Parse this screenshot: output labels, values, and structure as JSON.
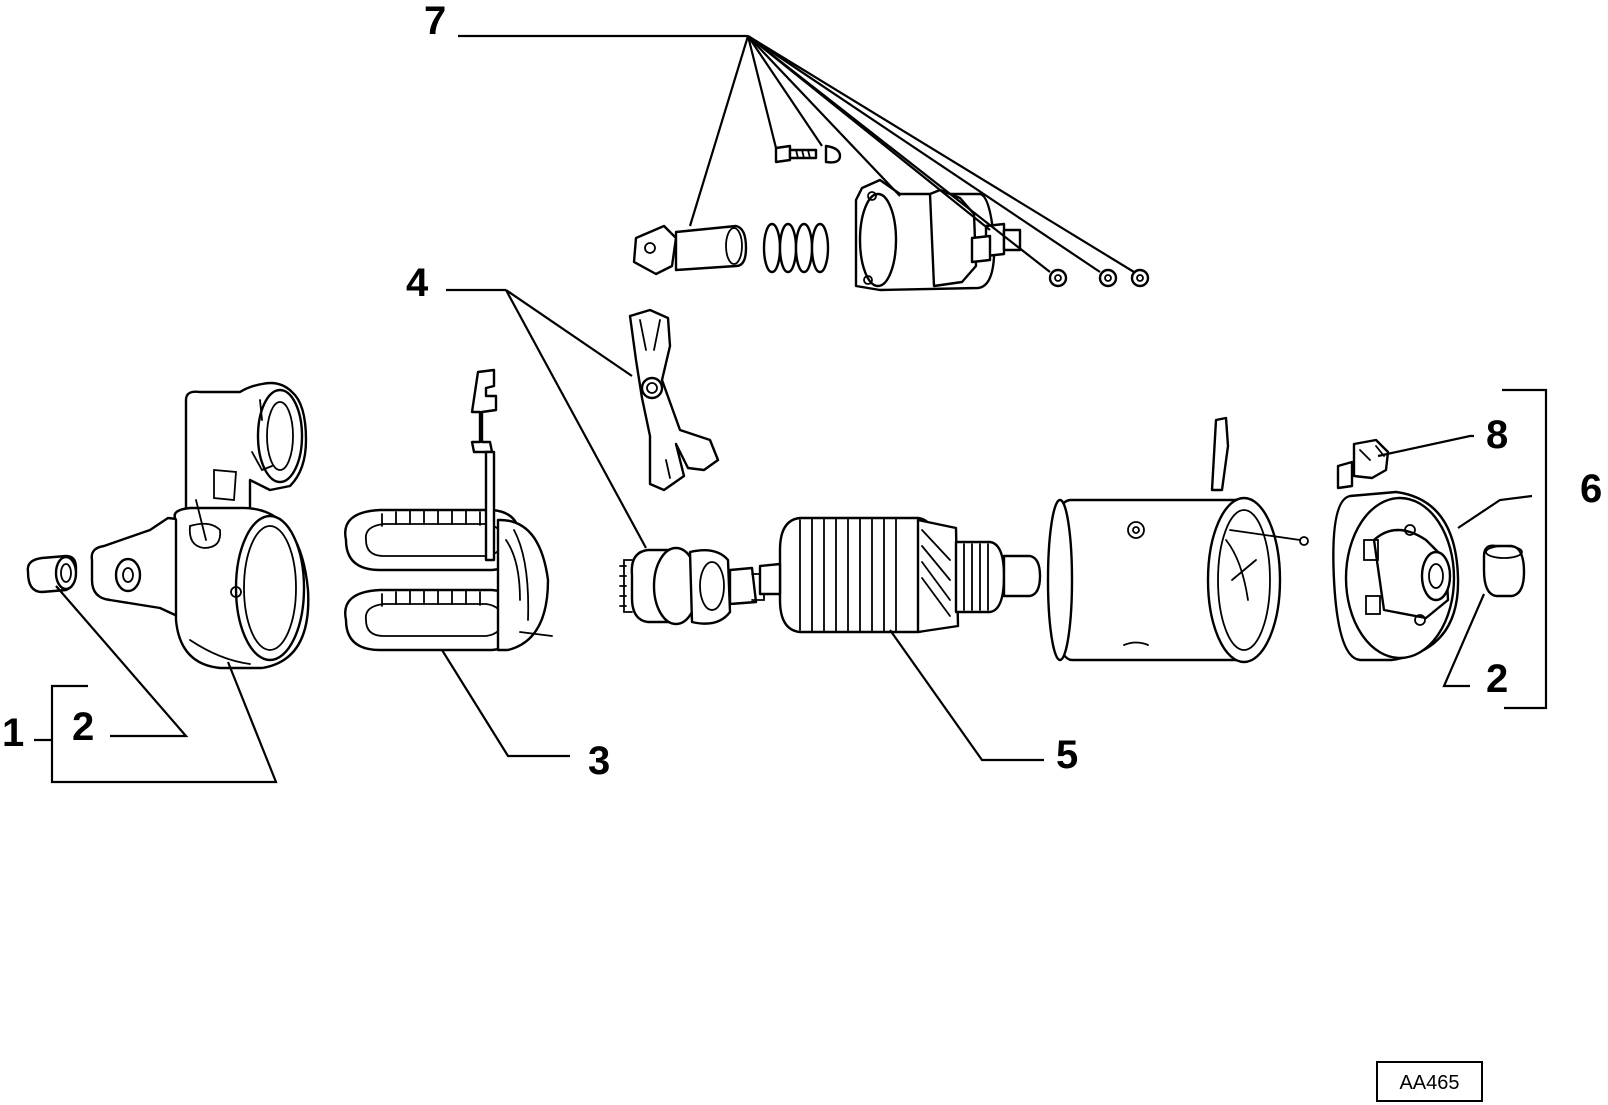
{
  "diagram": {
    "callouts": [
      {
        "id": "1",
        "label": "1"
      },
      {
        "id": "2a",
        "label": "2"
      },
      {
        "id": "3",
        "label": "3"
      },
      {
        "id": "4",
        "label": "4"
      },
      {
        "id": "5",
        "label": "5"
      },
      {
        "id": "6",
        "label": "6"
      },
      {
        "id": "7",
        "label": "7"
      },
      {
        "id": "8",
        "label": "8"
      },
      {
        "id": "2b",
        "label": "2"
      }
    ],
    "reference_code": "AA465"
  }
}
